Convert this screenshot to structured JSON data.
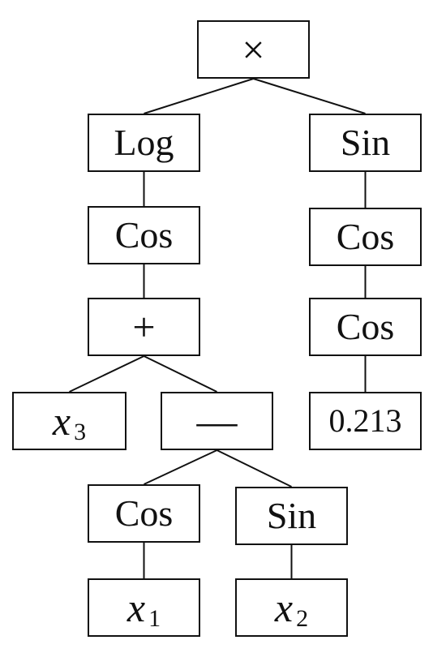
{
  "nodes": {
    "root": {
      "label": "×"
    },
    "log": {
      "label": "Log"
    },
    "sin_r": {
      "label": "Sin"
    },
    "cos_l1": {
      "label": "Cos"
    },
    "cos_r1": {
      "label": "Cos"
    },
    "plus": {
      "label": "+"
    },
    "cos_r2": {
      "label": "Cos"
    },
    "x3": {
      "label": "x",
      "sub": "3"
    },
    "minus": {
      "label": "—"
    },
    "const": {
      "label": "0.213"
    },
    "cos_b": {
      "label": "Cos"
    },
    "sin_b": {
      "label": "Sin"
    },
    "x1": {
      "label": "x",
      "sub": "1"
    },
    "x2": {
      "label": "x",
      "sub": "2"
    }
  },
  "edges": [
    [
      "root",
      "log"
    ],
    [
      "root",
      "sin_r"
    ],
    [
      "log",
      "cos_l1"
    ],
    [
      "cos_l1",
      "plus"
    ],
    [
      "plus",
      "x3"
    ],
    [
      "plus",
      "minus"
    ],
    [
      "minus",
      "cos_b"
    ],
    [
      "minus",
      "sin_b"
    ],
    [
      "cos_b",
      "x1"
    ],
    [
      "sin_b",
      "x2"
    ],
    [
      "sin_r",
      "cos_r1"
    ],
    [
      "cos_r1",
      "cos_r2"
    ],
    [
      "cos_r2",
      "const"
    ]
  ]
}
